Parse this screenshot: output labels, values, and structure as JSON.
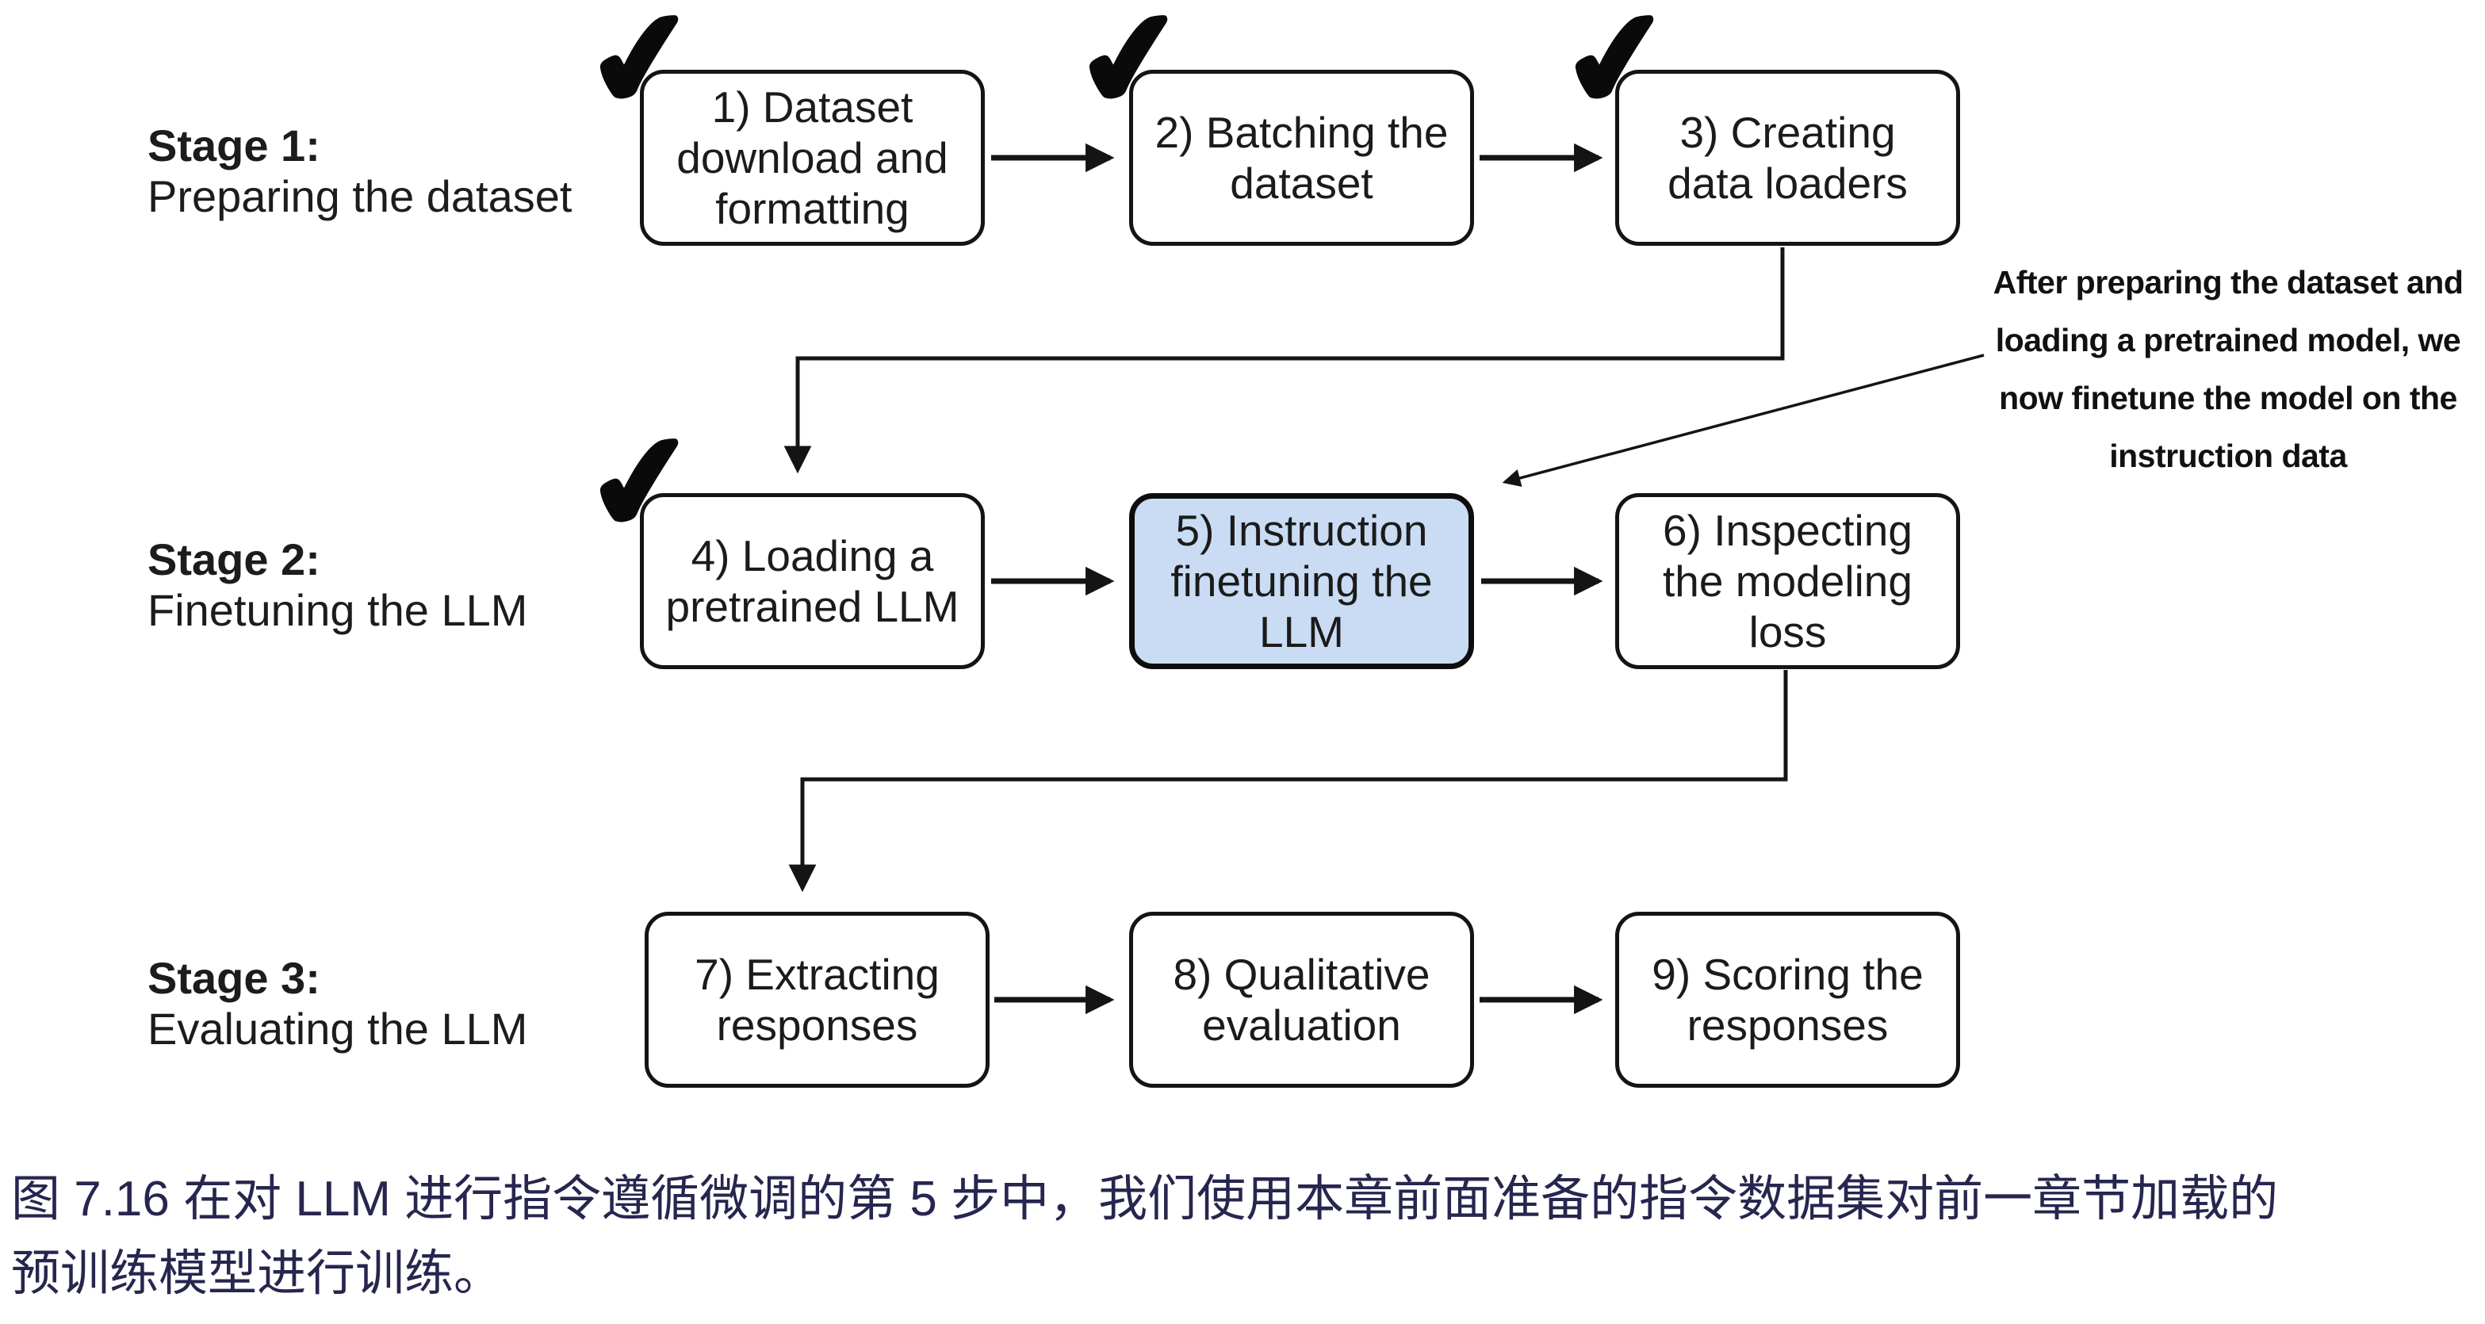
{
  "figure": {
    "stages": [
      {
        "title": "Stage 1:",
        "subtitle": "Preparing the dataset"
      },
      {
        "title": "Stage 2:",
        "subtitle": "Finetuning the LLM"
      },
      {
        "title": "Stage 3:",
        "subtitle": "Evaluating the LLM"
      }
    ],
    "boxes": [
      {
        "text": "1) Dataset\ndownload and\nformatting",
        "checked": true,
        "highlighted": false
      },
      {
        "text": "2) Batching the\ndataset",
        "checked": true,
        "highlighted": false
      },
      {
        "text": "3) Creating\ndata loaders",
        "checked": true,
        "highlighted": false
      },
      {
        "text": "4) Loading a\npretrained LLM",
        "checked": true,
        "highlighted": false
      },
      {
        "text": "5) Instruction\nfinetuning the\nLLM",
        "checked": false,
        "highlighted": true
      },
      {
        "text": "6) Inspecting\nthe modeling\nloss",
        "checked": false,
        "highlighted": false
      },
      {
        "text": "7) Extracting\nresponses",
        "checked": false,
        "highlighted": false
      },
      {
        "text": "8) Qualitative\nevaluation",
        "checked": false,
        "highlighted": false
      },
      {
        "text": "9) Scoring the\nresponses",
        "checked": false,
        "highlighted": false
      }
    ],
    "annotation": "After preparing the dataset and\nloading a pretrained model, we\nnow finetune the model on the\ninstruction data",
    "icons": {
      "check": "✔"
    },
    "colors": {
      "highlight_fill": "#c9dcf4",
      "line": "#141414",
      "box_border": "#141414",
      "caption_text": "#26264f"
    }
  },
  "caption": "图 7.16 在对 LLM 进行指令遵循微调的第 5 步中，我们使用本章前面准备的指令数据集对前一章节加载的\n预训练模型进行训练。"
}
